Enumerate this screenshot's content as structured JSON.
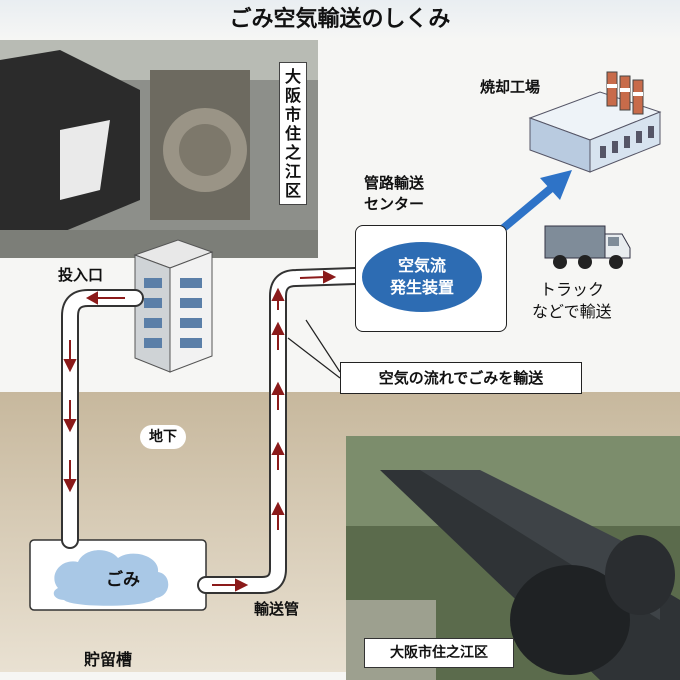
{
  "title": "ごみ空気輸送のしくみ",
  "labels": {
    "location_top": "大阪市住之江区",
    "location_bottom": "大阪市住之江区",
    "incinerator": "焼却工場",
    "center_line1": "管路輸送",
    "center_line2": "センター",
    "airflow_line1": "空気流",
    "airflow_line2": "発生装置",
    "truck_line1": "トラック",
    "truck_line2": "などで輸送",
    "inlet": "投入口",
    "underground": "地下",
    "garbage": "ごみ",
    "transport_pipe": "輸送管",
    "storage_tank": "貯留槽",
    "callout": "空気の流れでごみを輸送"
  },
  "location_top_chars": [
    "大",
    "阪",
    "市",
    "住",
    "之",
    "江",
    "区"
  ],
  "colors": {
    "pipe": "#ffffff",
    "pipe_outline": "#333333",
    "arrow": "#8b1a1a",
    "ellipse": "#2d6cb3",
    "big_arrow": "#2e73c7",
    "ground": "#c8b99f",
    "cloud": "#a9c8e6"
  }
}
